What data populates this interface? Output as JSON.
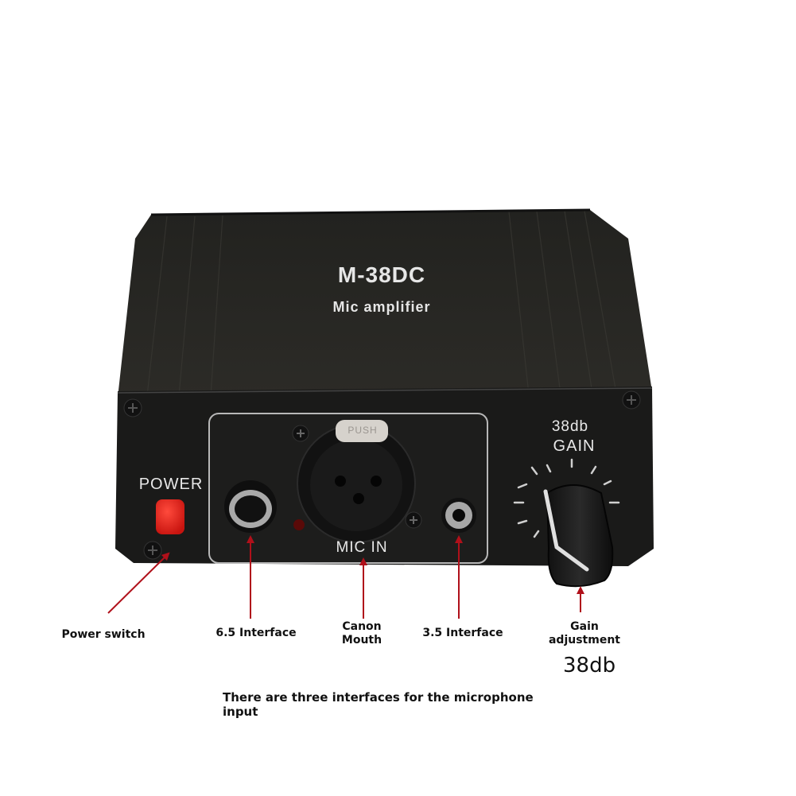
{
  "product": {
    "model": "M-38DC",
    "subtitle": "Mic amplifier"
  },
  "panel": {
    "power_label": "POWER",
    "mic_in_label": "MIC IN",
    "xlr_latch_label": "PUSH",
    "gain_value_label": "38db",
    "gain_label": "GAIN"
  },
  "callouts": {
    "power_switch": "Power switch",
    "interface_65": "6.5 Interface",
    "canon_line1": "Canon",
    "canon_line2": "Mouth",
    "interface_35": "3.5 Interface",
    "gain_line1": "Gain",
    "gain_line2": "adjustment",
    "gain_value": "38db"
  },
  "caption": "There are three interfaces for the microphone input",
  "colors": {
    "body": "#1c1c1a",
    "top": "#2a2a26",
    "power_button": "#e0201e",
    "arrow": "#b0101a",
    "text_dark": "#111111"
  }
}
